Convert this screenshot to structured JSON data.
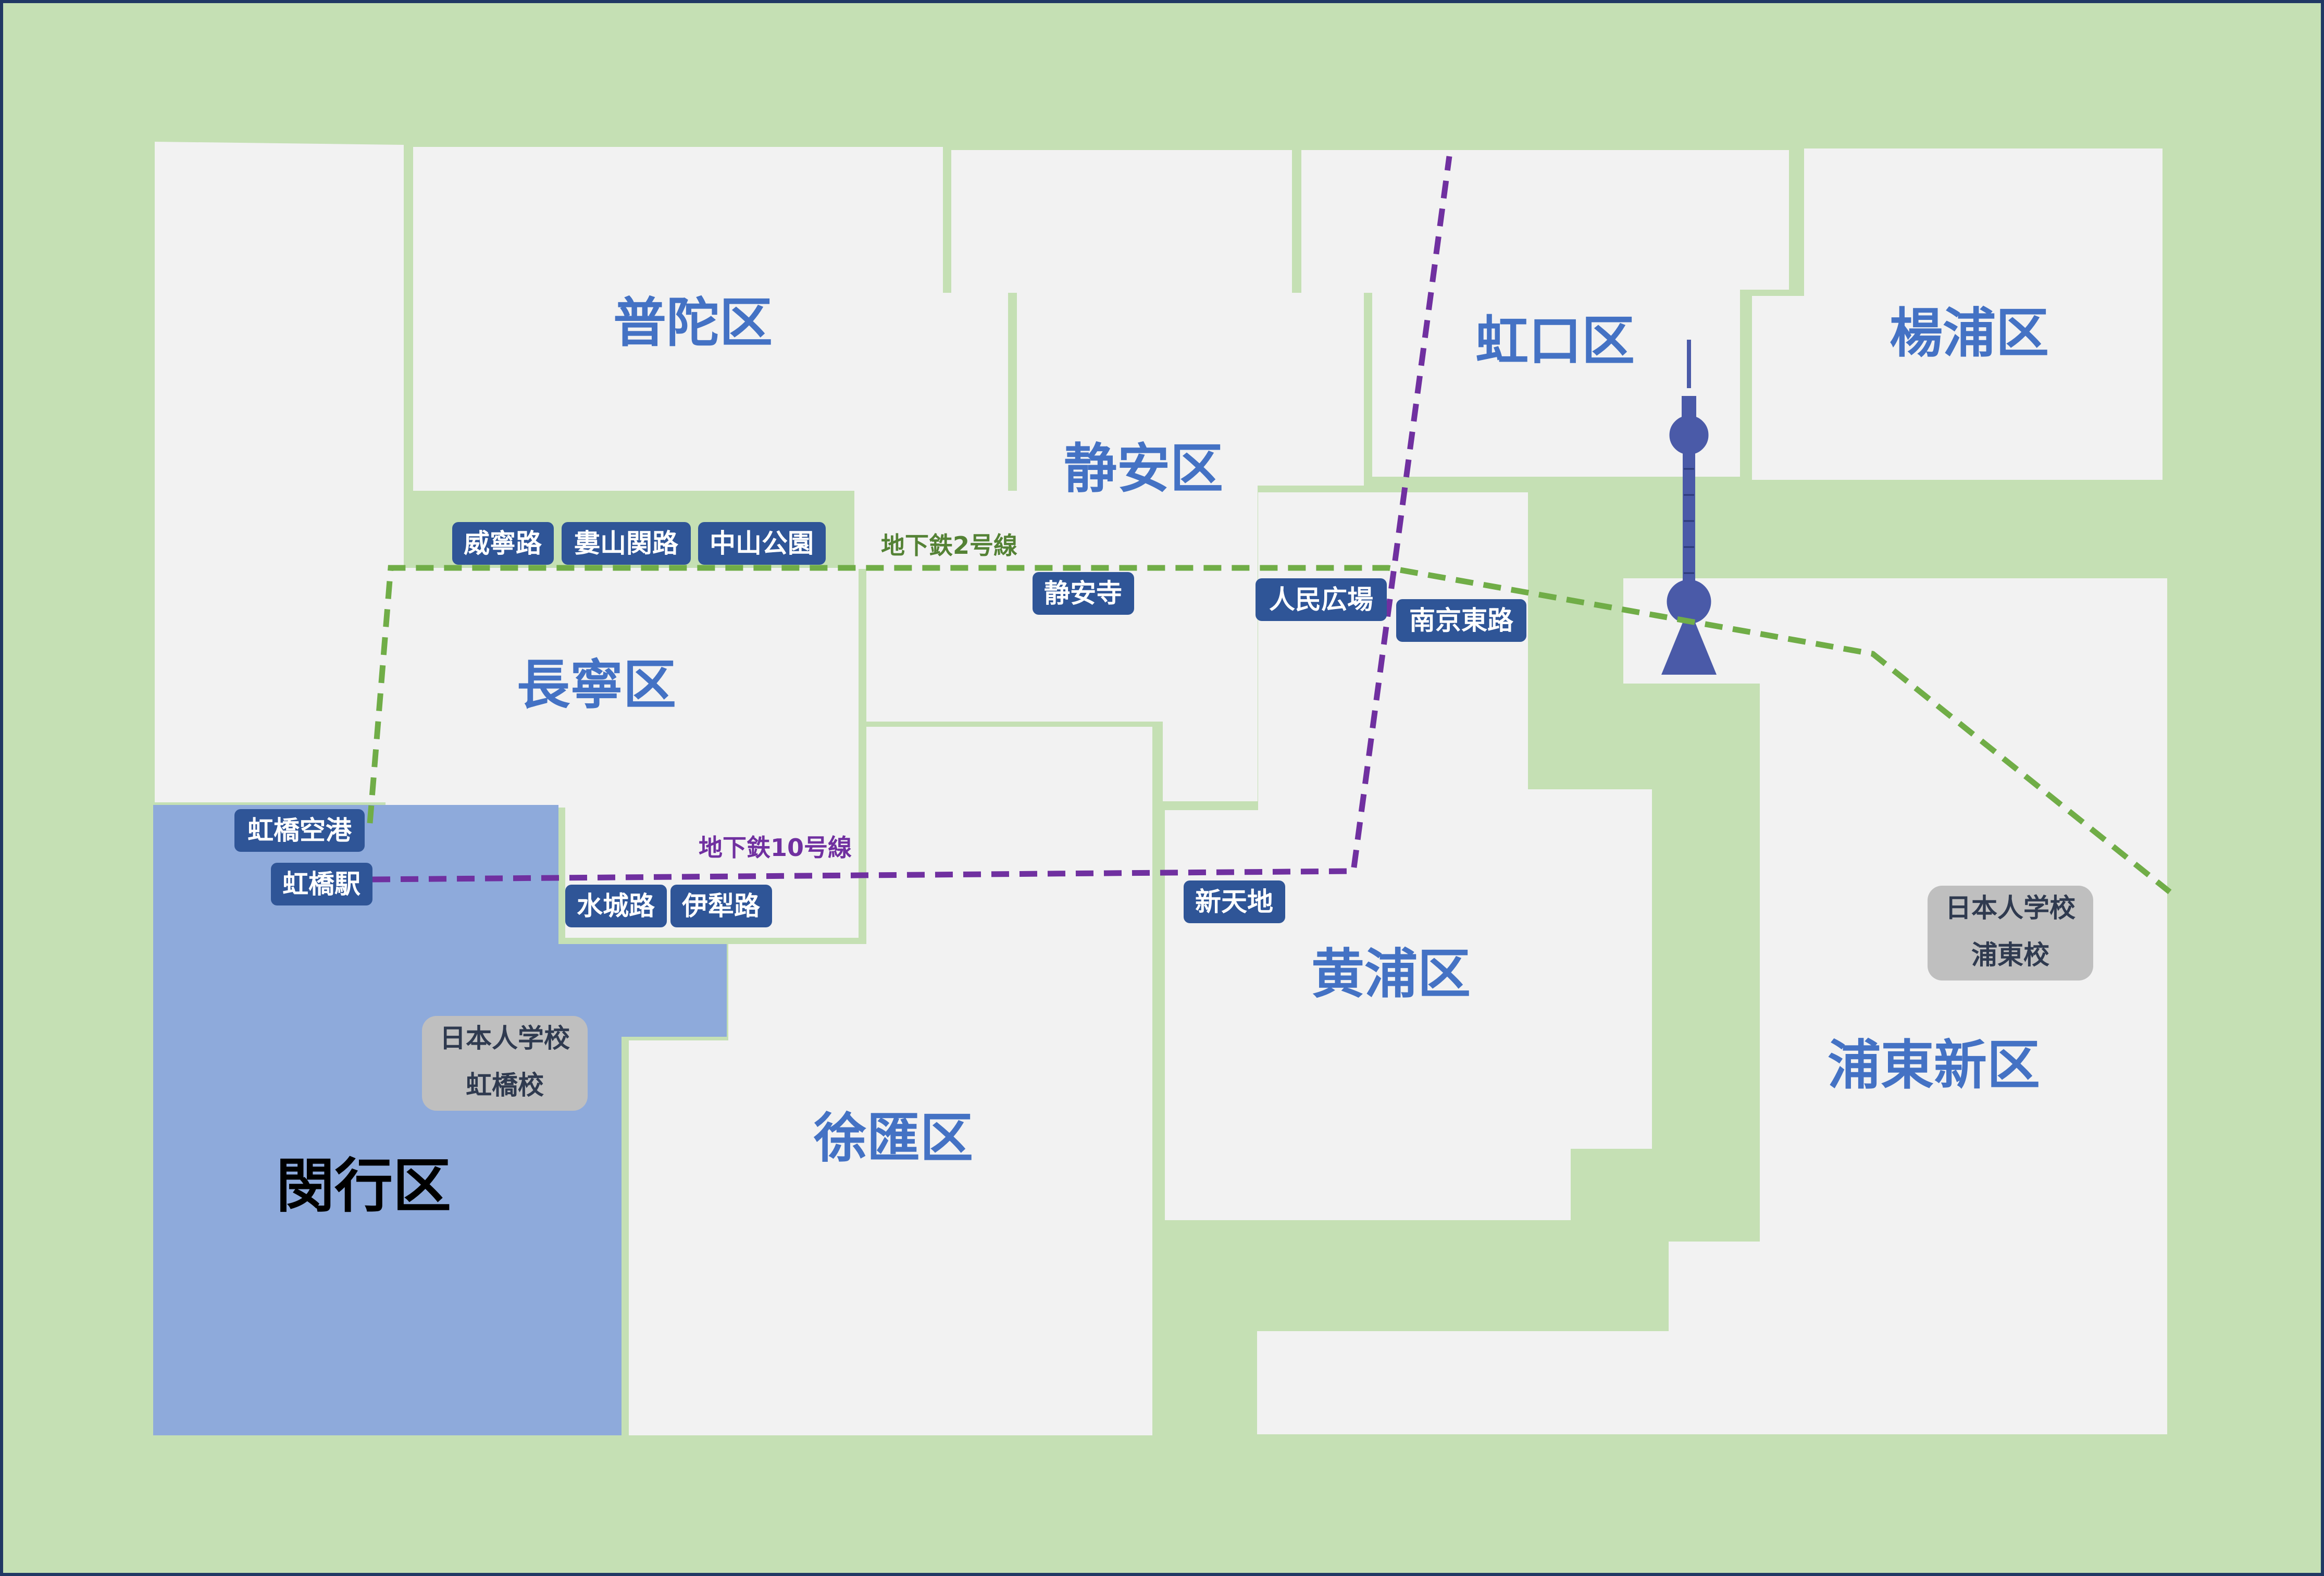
{
  "colors": {
    "background": "#c5e0b4",
    "district_fill": "#f2f2f2",
    "selected_fill": "#8eaadb",
    "district_label": "#4472c4",
    "selected_label": "#000000",
    "station_fill": "#2f5597",
    "school_fill": "#bfbfbf",
    "tower": "#4a5aa8",
    "frame": "#203864"
  },
  "selected_district": "閔行区",
  "districts": [
    {
      "id": "putuo",
      "name": "普陀区"
    },
    {
      "id": "jingan",
      "name": "静安区"
    },
    {
      "id": "hongkou",
      "name": "虹口区"
    },
    {
      "id": "yangpu",
      "name": "楊浦区"
    },
    {
      "id": "changning",
      "name": "長寧区"
    },
    {
      "id": "huangpu",
      "name": "黄浦区"
    },
    {
      "id": "pudong",
      "name": "浦東新区"
    },
    {
      "id": "xuhui",
      "name": "徐匯区"
    },
    {
      "id": "minhang",
      "name": "閔行区"
    }
  ],
  "metro_lines": [
    {
      "id": "line2",
      "name": "地下鉄2号線",
      "color": "#70ad47"
    },
    {
      "id": "line10",
      "name": "地下鉄10号線",
      "color": "#7030a0"
    }
  ],
  "stations": {
    "weining": "威寧路",
    "loushanguan": "婁山関路",
    "zhongshan_park": "中山公園",
    "jingan_temple": "静安寺",
    "peoples_square": "人民広場",
    "east_nanjing": "南京東路",
    "hongqiao_airport": "虹橋空港",
    "hongqiao_station": "虹橋駅",
    "shuicheng": "水城路",
    "yili": "伊犁路",
    "xintiandi": "新天地"
  },
  "schools": {
    "hongqiao": {
      "line1": "日本人学校",
      "line2": "虹橋校"
    },
    "pudong": {
      "line1": "日本人学校",
      "line2": "浦東校"
    }
  },
  "landmark": {
    "icon": "tv-tower-icon"
  }
}
